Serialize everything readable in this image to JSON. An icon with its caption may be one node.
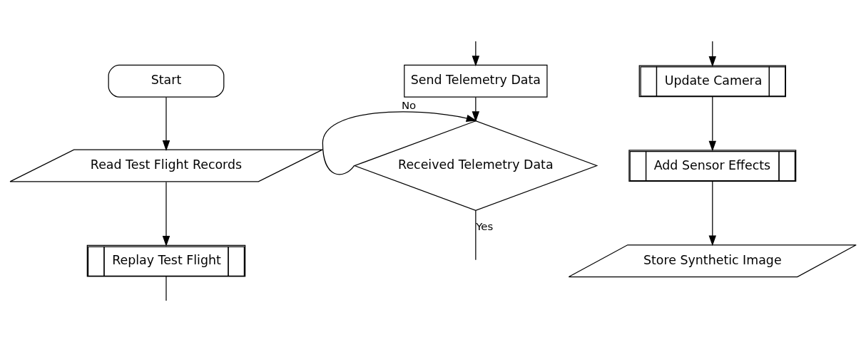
{
  "diagram": {
    "nodes": [
      {
        "text": [
          "Start"
        ]
      },
      {
        "text": [
          "Read Test Flight Records"
        ]
      },
      {
        "text": [
          "Replay Test Flight"
        ]
      },
      {
        "text": [
          "Send Telemetry Data"
        ]
      },
      {
        "text": [
          "Received Telemetry Data"
        ]
      },
      {
        "text": [
          "Update Camera"
        ]
      },
      {
        "text": [
          "Add Sensor Effects"
        ]
      },
      {
        "text": [
          "Store Synthetic Image"
        ]
      }
    ],
    "edges": [
      {
        "from": 0,
        "to": 1,
        "arrow": "to"
      },
      {
        "from": 1,
        "to": 2,
        "arrow": "to"
      },
      {
        "from": 2,
        "to": null,
        "arrow": "none"
      },
      {
        "from": null,
        "to": 3,
        "arrow": "to"
      },
      {
        "from": 3,
        "to": 4,
        "arrow": "to"
      },
      {
        "from": 4,
        "to": 4,
        "arrow": "to",
        "label": "No"
      },
      {
        "from": 4,
        "to": null,
        "arrow": "none",
        "label": "Yes"
      },
      {
        "from": null,
        "to": 5,
        "arrow": "to"
      },
      {
        "from": 5,
        "to": 6,
        "arrow": "to"
      },
      {
        "from": 6,
        "to": 7,
        "arrow": "to"
      }
    ]
  }
}
